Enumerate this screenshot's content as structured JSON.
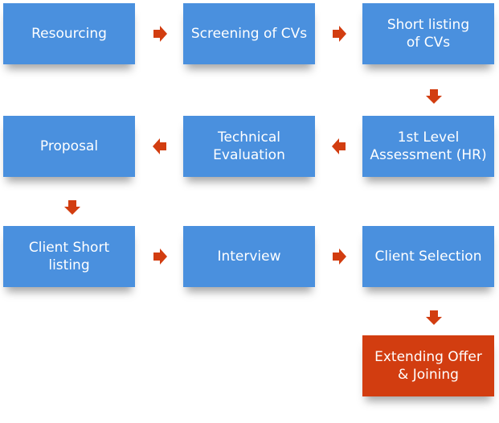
{
  "colors": {
    "step": "#4A90DE",
    "final": "#D23D10",
    "arrow": "#D23D10"
  },
  "steps": [
    {
      "label": "Resourcing"
    },
    {
      "label": "Screening of CVs"
    },
    {
      "label": "Short listing\nof  CVs"
    },
    {
      "label": "Proposal"
    },
    {
      "label": "Technical\nEvaluation"
    },
    {
      "label": "1st Level\nAssessment (HR)"
    },
    {
      "label": "Client Short\nlisting"
    },
    {
      "label": "Interview"
    },
    {
      "label": "Client Selection"
    },
    {
      "label": "Extending Offer\n& Joining"
    }
  ]
}
